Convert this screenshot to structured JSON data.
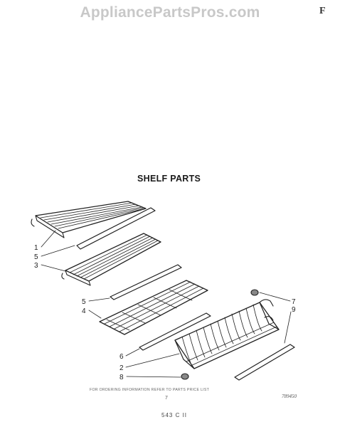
{
  "watermark": "AppliancePartsPros.com",
  "corner_mark": "F",
  "title": "SHELF PARTS",
  "footnote": "FOR ORDERING INFORMATION REFER TO PARTS PRICE LIST",
  "small_number": "7",
  "drawing_number": "789450",
  "page_code": "543 C II",
  "callouts": {
    "c1": "1",
    "c5a": "5",
    "c3": "3",
    "c5b": "5",
    "c4": "4",
    "c6": "6",
    "c2": "2",
    "c8": "8",
    "c7": "7",
    "c9": "9"
  },
  "colors": {
    "ink": "#222222",
    "watermark": "#c8c8c8"
  }
}
